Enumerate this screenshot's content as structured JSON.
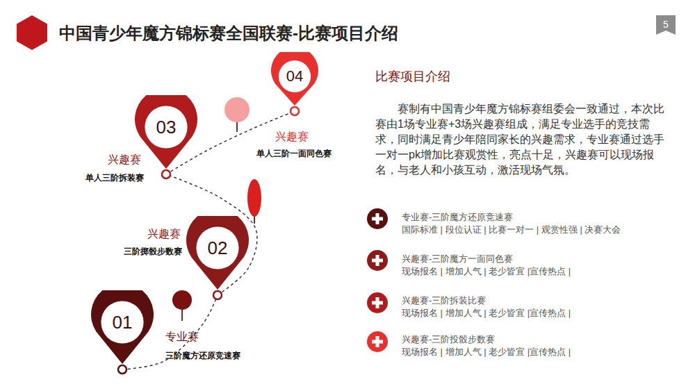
{
  "diagram": {
    "title": "中国青少年魔方锦标赛全国联赛-比赛项目介绍",
    "nodes": [
      {
        "text": [
          "01"
        ]
      },
      {
        "text": [
          "02"
        ]
      },
      {
        "text": [
          "03"
        ]
      },
      {
        "text": [
          "04"
        ]
      }
    ],
    "edges": [
      {
        "from": 0,
        "to": 1,
        "arrow": "none"
      },
      {
        "from": 1,
        "to": 2,
        "arrow": "none"
      },
      {
        "from": 2,
        "to": 3,
        "arrow": "none"
      }
    ],
    "labels": [
      "5",
      "兴趣赛",
      "单人三阶一面同色赛",
      "兴趣赛",
      "单人三阶拆装赛",
      "兴趣赛",
      "三阶掷骰步数赛",
      "专业赛",
      "三阶魔方还原竞速赛",
      "比赛项目介绍",
      "赛制有中国青少年魔方锦标赛组委会一致通过，本次比赛由1场专业赛+3场兴趣赛组成，满足专业选手的竞技需求，同时满足青少年陪同家长的兴趣需求，专业赛通过选手一对一pk增加比赛观赏性，亮点十足，兴趣赛可以现场报名，与老人和小孩互动，激活现场气氛。",
      "专业赛-三阶魔方还原竞速赛",
      "国际标准 | 段位认证 | 比赛一对一 | 观赏性强 | 决赛大会",
      "兴趣赛-三阶魔方一面同色赛",
      "现场报名 | 增加人气 | 老少皆宜 |宣传热点 |",
      "兴趣赛-三阶拆装比赛",
      "现场报名 | 增加人气 | 老少皆宜 |宣传热点 |",
      "兴趣赛-三阶投骰步数赛",
      "现场报名 | 增加人气 | 老少皆宜 |宣传热点 |"
    ]
  }
}
